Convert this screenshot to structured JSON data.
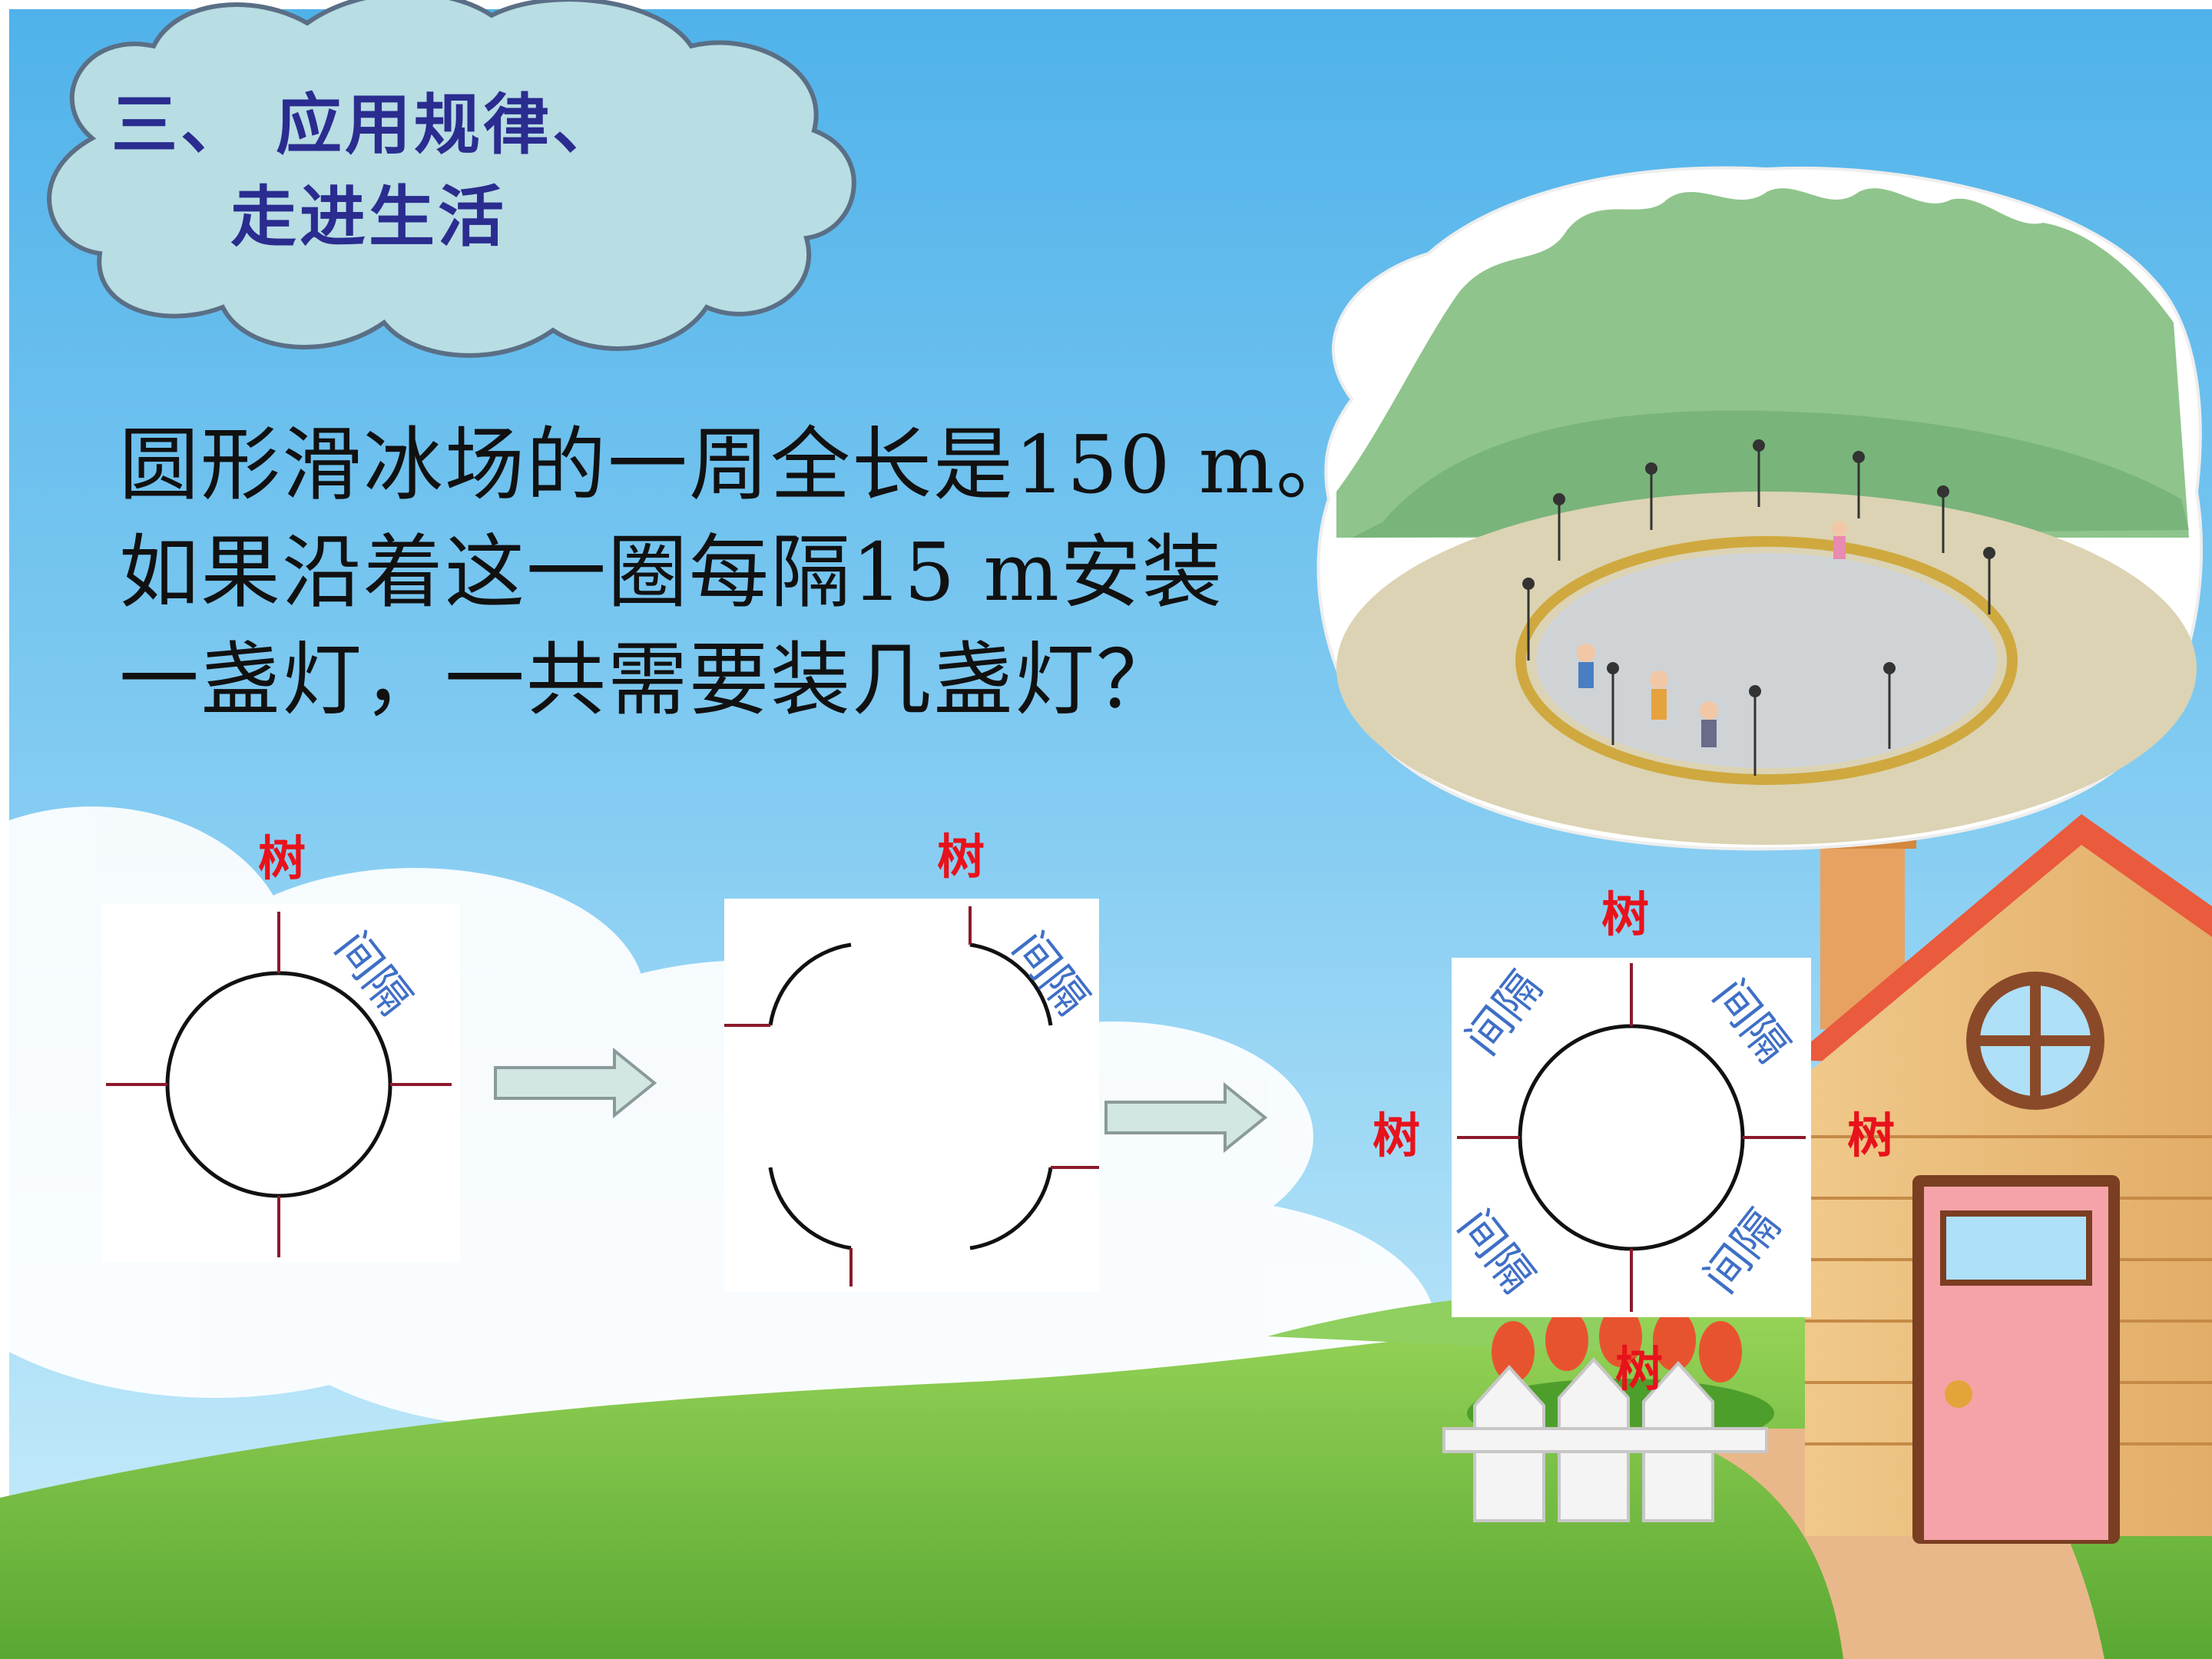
{
  "title": {
    "line1": "三、  应用规律、",
    "line2": "走进生活"
  },
  "problem": {
    "line1": "圆形滑冰场的一周全长是150 m。",
    "line2": "如果沿着这一圈每隔15 m安装",
    "line3": "一盏灯，一共需要装几盏灯？"
  },
  "diagram": {
    "tree_label": "树",
    "gap_label": "间隔"
  },
  "colors": {
    "title": "#2a2c8f",
    "tree": "#e8121b",
    "gap": "#3f6fc6",
    "tick": "#8b1a2b",
    "sky_top": "#58b8ec",
    "grass": "#7cc246"
  }
}
